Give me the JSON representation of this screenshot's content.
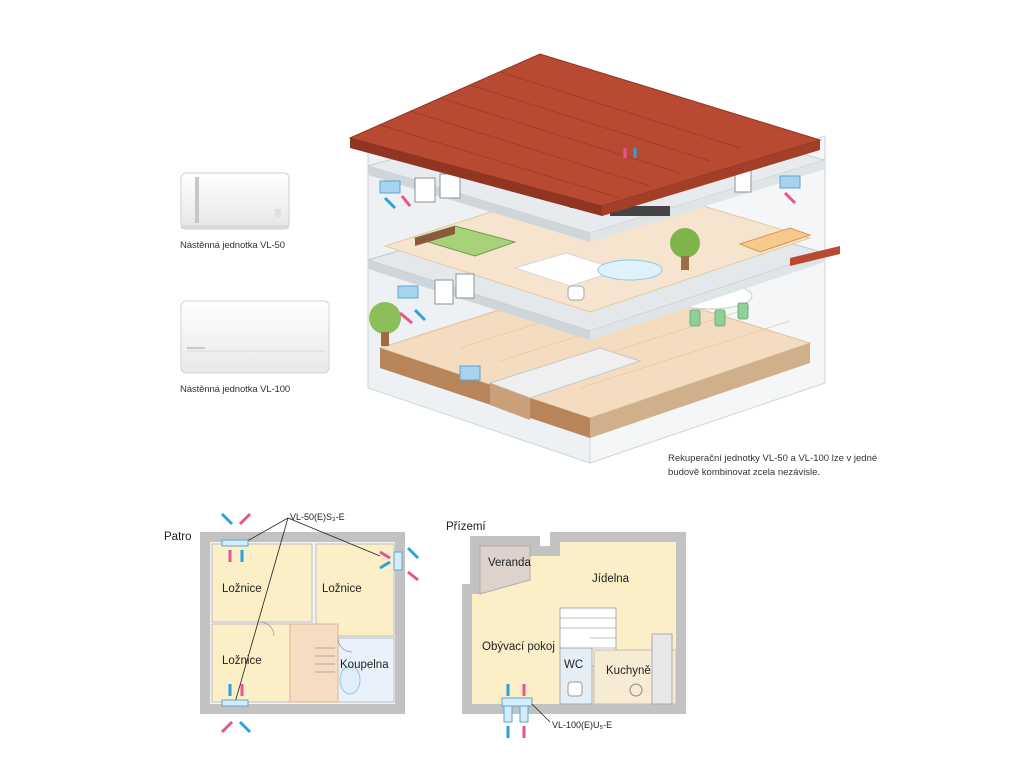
{
  "units": {
    "vl50_caption": "Nástěnná jednotka VL-50",
    "vl100_caption": "Nástěnná jednotka VL-100"
  },
  "house_note": "Rekuperační jednotky VL-50 a VL-100 lze v jedné budově kombinovat zcela nezávisle.",
  "plans": {
    "upper": {
      "title": "Patro",
      "model": "VL-50(E)S₃-E",
      "rooms": [
        "Ložnice",
        "Ložnice",
        "Ložnice",
        "Koupelna"
      ]
    },
    "ground": {
      "title": "Přízemí",
      "model": "VL-100(E)U₅-E",
      "rooms": [
        "Veranda",
        "Jídelna",
        "Obývací pokoj",
        "WC",
        "Kuchyně"
      ]
    }
  },
  "colors": {
    "intake_arrow": "#29a3df",
    "exhaust_arrow": "#e8548f",
    "room_fill": "#fbefc8",
    "wall": "#bdbdbd",
    "roof": "#b94a32",
    "floor_wood": "#f3dcc0"
  }
}
